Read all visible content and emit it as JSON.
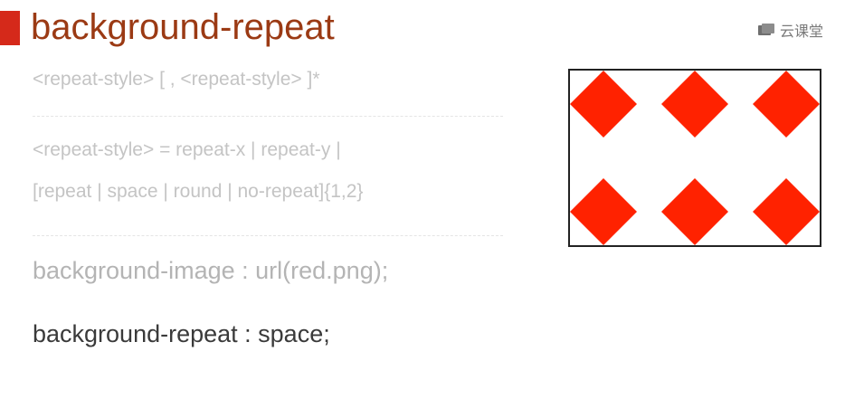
{
  "slide": {
    "title": "background-repeat",
    "brand": {
      "label": "云课堂",
      "icon": "cloud-classroom-logo-icon"
    },
    "syntax": {
      "line1": "<repeat-style> [ , <repeat-style> ]*",
      "line2": "<repeat-style> = repeat-x | repeat-y |",
      "line3": "[repeat | space | round | no-repeat]{1,2}"
    },
    "declarations": {
      "image": "background-image : url(red.png);",
      "repeat": "background-repeat : space;"
    },
    "demo": {
      "tile_color": "#ff2200",
      "border_color": "#222222",
      "columns": 3,
      "rows": 2
    },
    "colors": {
      "accent": "#d5291a",
      "title": "#9b3a14",
      "muted_text": "#c4c4c4",
      "active_text": "#3a3a3a"
    }
  }
}
